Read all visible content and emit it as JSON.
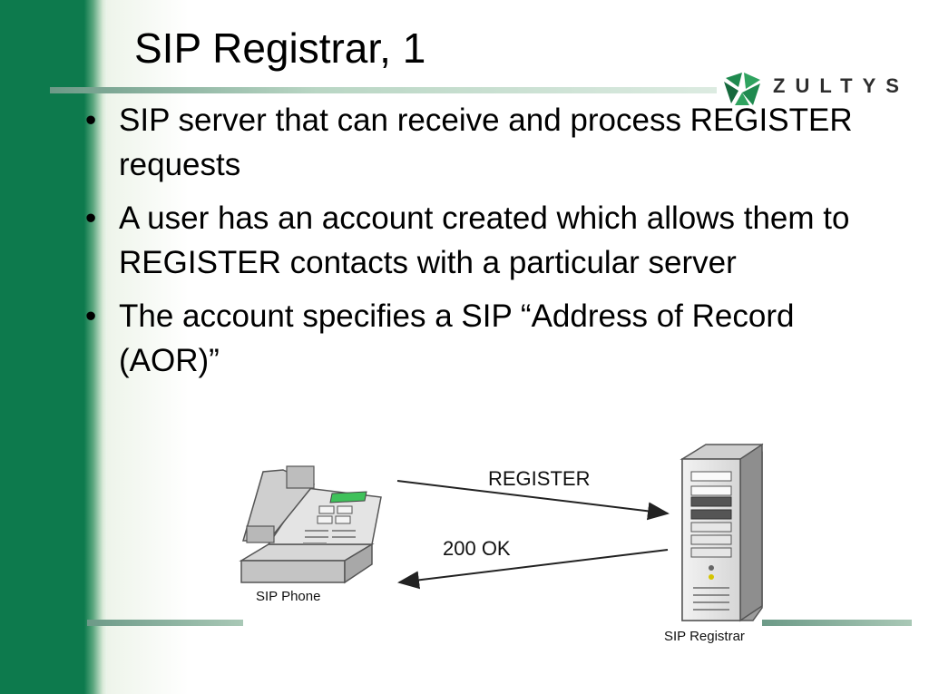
{
  "slide": {
    "title": "SIP Registrar, 1",
    "logo_text": "ZULTYS",
    "bullets": [
      "SIP server that can receive and process REGISTER requests",
      "A user has an account created which allows them to REGISTER contacts with a particular server",
      "The account specifies a SIP “Address of Record (AOR)”"
    ]
  },
  "diagram": {
    "phone_label": "SIP Phone",
    "server_label": "SIP Registrar",
    "arrow_register": "REGISTER",
    "arrow_ok": "200 OK"
  },
  "colors": {
    "sidebar_green": "#0d7a4d",
    "rule_green": "#6c9a87",
    "logo_green": "#1f8a4f"
  }
}
